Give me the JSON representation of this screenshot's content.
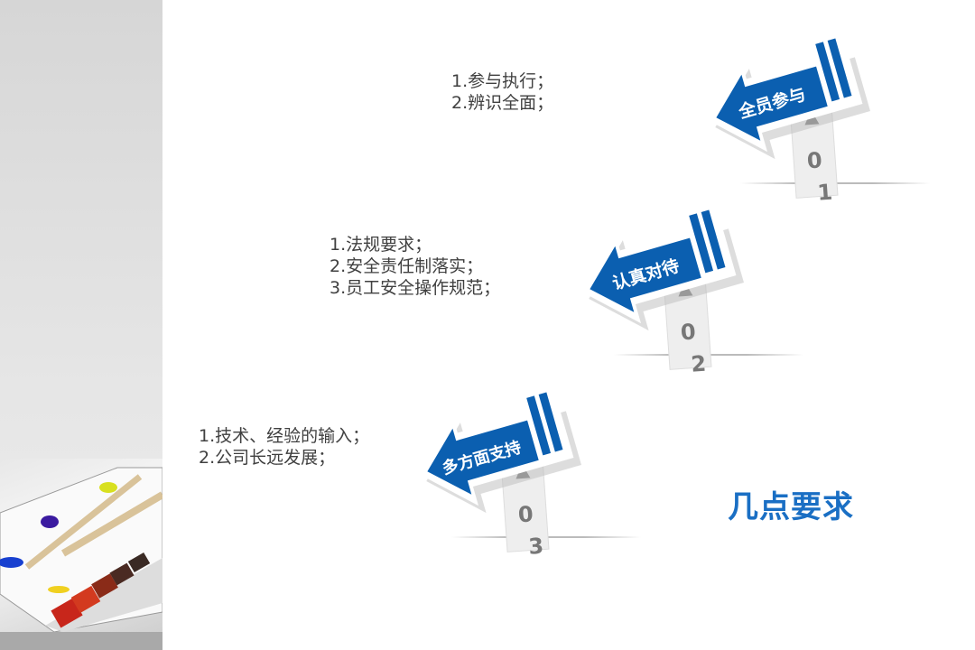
{
  "steps": [
    {
      "label": "全员参与",
      "digit1": "0",
      "digit2": "1",
      "items": [
        "1.参与执行；",
        "2.辨识全面；"
      ]
    },
    {
      "label": "认真对待",
      "digit1": "0",
      "digit2": "2",
      "items": [
        "1.法规要求；",
        "2.安全责任制落实；",
        "3.员工安全操作规范；"
      ]
    },
    {
      "label": "多方面支持",
      "digit1": "0",
      "digit2": "3",
      "items": [
        "1.技术、经验的输入；",
        "2.公司长远发展；"
      ]
    }
  ],
  "title": "几点要求",
  "colors": {
    "accent": "#0b5fb0",
    "text": "#404040",
    "title": "#1a6fc4"
  }
}
